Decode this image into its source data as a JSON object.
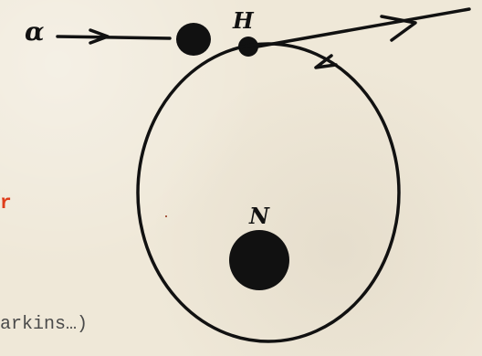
{
  "diagram": {
    "labels": {
      "alpha": "α",
      "hydrogen": "H",
      "nucleus": "N"
    }
  },
  "overlay": {
    "partial_red_text": "r",
    "partial_citation_text": "arkins…)"
  }
}
